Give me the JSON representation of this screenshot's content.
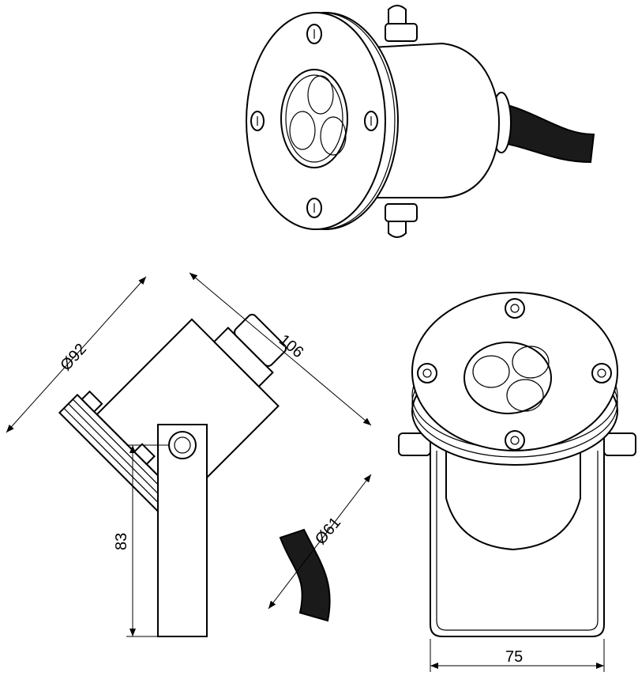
{
  "title": "Underwater spotlight dimension drawing",
  "dimensions": {
    "flange_diameter": "Ø92",
    "length": "106",
    "bracket_height": "83",
    "body_diameter": "Ø61",
    "bracket_width": "75"
  },
  "colors": {
    "line": "#000000",
    "background": "#ffffff",
    "cable": "#1a1a1a"
  }
}
